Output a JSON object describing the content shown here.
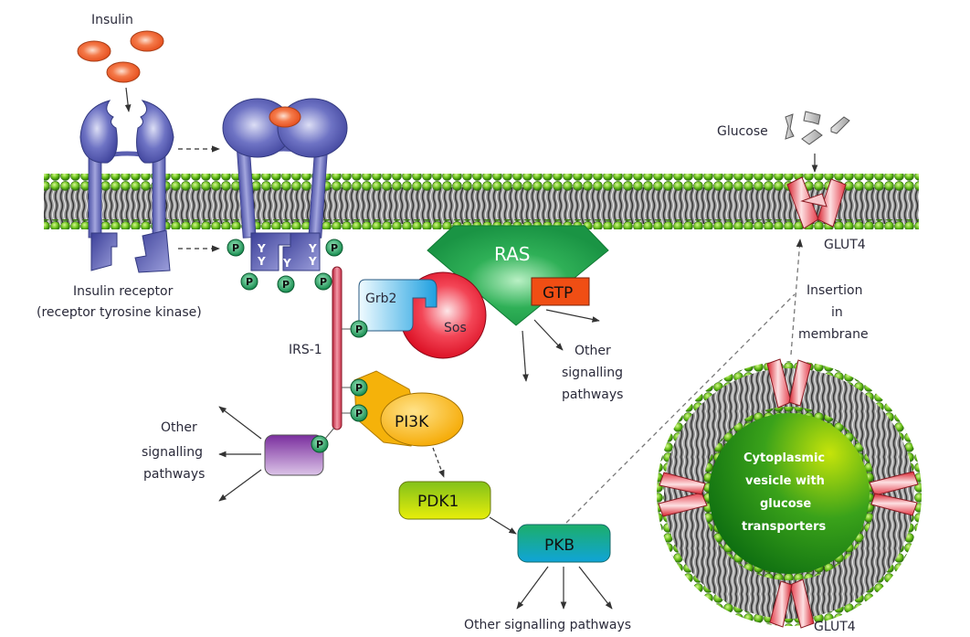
{
  "title": "Insulin signalling pathway and GLUT4 translocation",
  "labels": {
    "insulin": "Insulin",
    "insulin_receptor_line1": "Insulin receptor",
    "insulin_receptor_line2": "(receptor tyrosine kinase)",
    "irs1": "IRS-1",
    "grb2": "Grb2",
    "sos": "Sos",
    "ras": "RAS",
    "gtp": "GTP",
    "pi3k": "PI3K",
    "pdk1": "PDK1",
    "pkb": "PKB",
    "glucose": "Glucose",
    "glut4_membrane": "GLUT4",
    "glut4_vesicle": "GLUT4",
    "insertion_line1": "Insertion",
    "insertion_line2": "in",
    "insertion_line3": "membrane",
    "vesicle_line1": "Cytoplasmic",
    "vesicle_line2": "vesicle with",
    "vesicle_line3": "glucose",
    "vesicle_line4": "transporters",
    "other_left_line1": "Other",
    "other_left_line2": "signalling",
    "other_left_line3": "pathways",
    "other_ras_line1": "Other",
    "other_ras_line2": "signalling",
    "other_ras_line3": "pathways",
    "other_pkb": "Other signalling pathways",
    "phospho": "P",
    "tyrosine": "Y"
  },
  "colors": {
    "receptor": "#5a5fb0",
    "insulin": "#f05a28",
    "membrane_head": "#6cc21a",
    "irs1": "#d9435a",
    "grb2": "#29a8e0",
    "sos": "#e8102a",
    "ras": "#1c9a4a",
    "gtp": "#f04e14",
    "pi3k": "#f7b80e",
    "pdk1": "#b4d80a",
    "pkb": "#12a8a0",
    "adapter": "#8a4fb0",
    "phospho": "#1e9a5a",
    "glut4": "#e8424e",
    "vesicle": "#2a9a1a"
  }
}
